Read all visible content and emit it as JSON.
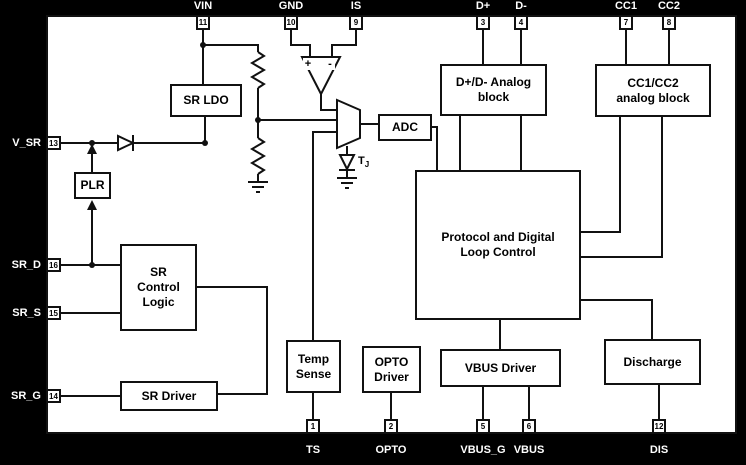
{
  "colors": {
    "background": "#000000",
    "surface": "#ffffff",
    "line": "#111111",
    "pin_label_text": "#ffffff",
    "block_text": "#000000"
  },
  "blocks": {
    "sr_ldo": "SR LDO",
    "plr": "PLR",
    "sr_control_logic": "SR\nControl\nLogic",
    "sr_driver": "SR Driver",
    "temp_sense": "Temp\nSense",
    "opto_driver": "OPTO\nDriver",
    "adc": "ADC",
    "dp_dm_analog": "D+/D- Analog\nblock",
    "cc_analog": "CC1/CC2\nanalog block",
    "protocol": "Protocol and Digital\nLoop Control",
    "vbus_driver": "VBUS Driver",
    "discharge": "Discharge"
  },
  "symbols": {
    "opamp_plus": "+",
    "opamp_minus": "-",
    "tj_main": "T",
    "tj_sub": "J"
  },
  "pins": {
    "top": [
      {
        "num": "11",
        "name": "VIN"
      },
      {
        "num": "10",
        "name": "GND"
      },
      {
        "num": "9",
        "name": "IS"
      },
      {
        "num": "3",
        "name": "D+"
      },
      {
        "num": "4",
        "name": "D-"
      },
      {
        "num": "7",
        "name": "CC1"
      },
      {
        "num": "8",
        "name": "CC2"
      }
    ],
    "left": [
      {
        "num": "13",
        "name": "V_SR"
      },
      {
        "num": "16",
        "name": "SR_D"
      },
      {
        "num": "15",
        "name": "SR_S"
      },
      {
        "num": "14",
        "name": "SR_G"
      }
    ],
    "bottom": [
      {
        "num": "1",
        "name": "TS"
      },
      {
        "num": "2",
        "name": "OPTO"
      },
      {
        "num": "5",
        "name": "VBUS_G"
      },
      {
        "num": "6",
        "name": "VBUS"
      },
      {
        "num": "12",
        "name": "DIS"
      }
    ]
  }
}
